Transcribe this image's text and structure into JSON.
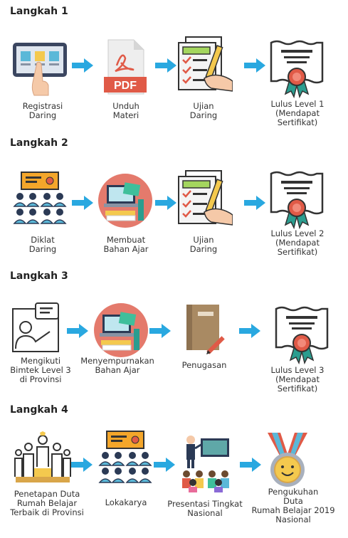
{
  "steps": [
    {
      "title": "Langkah 1",
      "items": [
        {
          "label": "Registrasi\nDaring",
          "icon": "tablet-touch-icon"
        },
        {
          "label": "Unduh\nMateri",
          "icon": "pdf-file-icon"
        },
        {
          "label": "Ujian\nDaring",
          "icon": "checklist-exam-icon"
        },
        {
          "label": "Lulus Level 1\n(Mendapat\nSertifikat)",
          "icon": "certificate-icon"
        }
      ]
    },
    {
      "title": "Langkah 2",
      "items": [
        {
          "label": "Diklat\nDaring",
          "icon": "audience-presentation-icon"
        },
        {
          "label": "Membuat\nBahan Ajar",
          "icon": "books-laptop-icon"
        },
        {
          "label": "Ujian\nDaring",
          "icon": "checklist-exam-icon"
        },
        {
          "label": "Lulus Level 2\n(Mendapat\nSertifikat)",
          "icon": "certificate-icon"
        }
      ]
    },
    {
      "title": "Langkah 3",
      "items": [
        {
          "label": "Mengikuti\nBimtek Level 3\ndi Provinsi",
          "icon": "speaker-chat-icon"
        },
        {
          "label": "Menyempurnakan\nBahan Ajar",
          "icon": "books-laptop-icon"
        },
        {
          "label": "Penugasan",
          "icon": "notebook-pencil-icon"
        },
        {
          "label": "Lulus Level 3\n(Mendapat\nSertifikat)",
          "icon": "certificate-icon"
        }
      ]
    },
    {
      "title": "Langkah 4",
      "items": [
        {
          "label": "Penetapan Duta\nRumah Belajar\nTerbaik di Provinsi",
          "icon": "podium-winners-icon"
        },
        {
          "label": "Lokakarya",
          "icon": "audience-presentation-icon"
        },
        {
          "label": "Presentasi Tingkat\nNasional",
          "icon": "presenter-board-icon"
        },
        {
          "label": "Pengukuhan\nDuta\nRumah Belajar 2019\nNasional",
          "icon": "medal-icon"
        }
      ]
    }
  ],
  "colors": {
    "arrow": "#29a8e0",
    "red": "#e05a47",
    "navy": "#2b3a55",
    "teal": "#2a9d8f",
    "yellow": "#f4c94e"
  }
}
